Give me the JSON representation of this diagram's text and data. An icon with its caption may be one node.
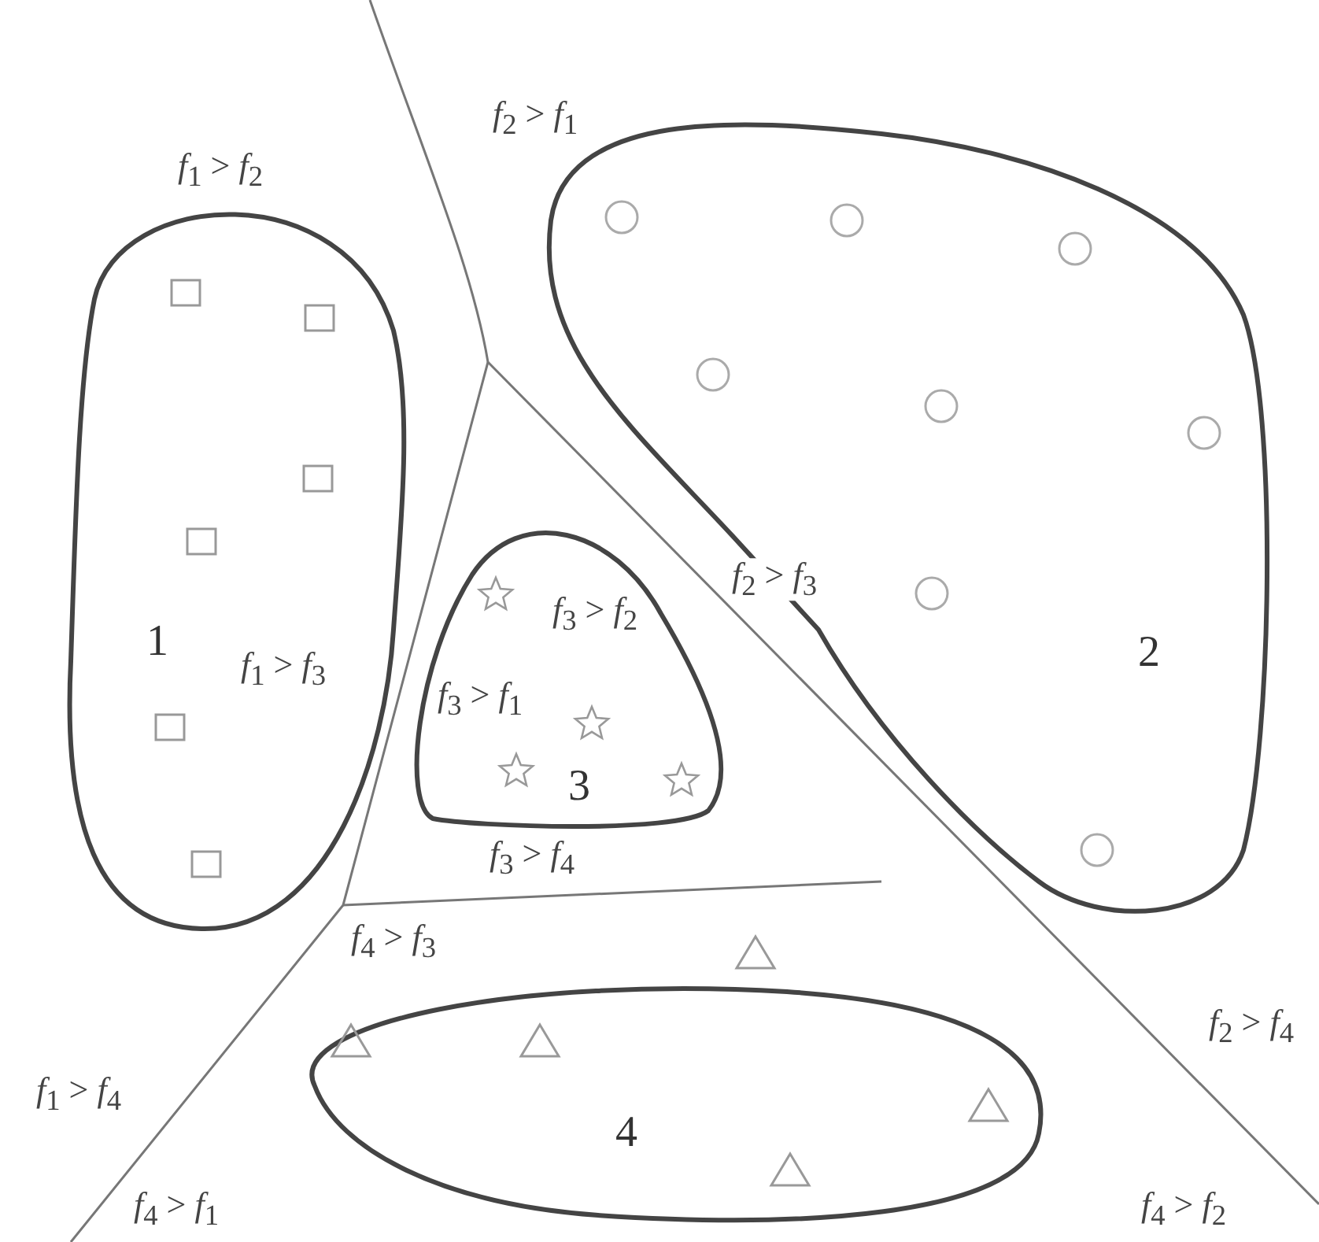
{
  "diagram": {
    "nodes": [
      {
        "text": [
          "1"
        ]
      },
      {
        "text": [
          "2"
        ]
      },
      {
        "text": [
          "3"
        ]
      },
      {
        "text": [
          "4"
        ]
      }
    ],
    "edges": [],
    "labels": [
      "*f*$_{2}$ > *f*$_{1}$",
      "*f*$_{1}$ > *f*$_{2}$",
      "*f*$_{2}$ > *f*$_{3}$",
      "*f*$_{3}$ > *f*$_{2}$",
      "*f*$_{1}$ > *f*$_{3}$",
      "*f*$_{3}$ > *f*$_{1}$",
      "*f*$_{3}$ > *f*$_{4}$",
      "*f*$_{4}$ > *f*$_{3}$",
      "*f*$_{2}$ > *f*$_{4}$",
      "*f*$_{1}$ > *f*$_{4}$",
      "*f*$_{4}$ > *f*$_{1}$",
      "*f*$_{4}$ > *f*$_{2}$"
    ]
  }
}
